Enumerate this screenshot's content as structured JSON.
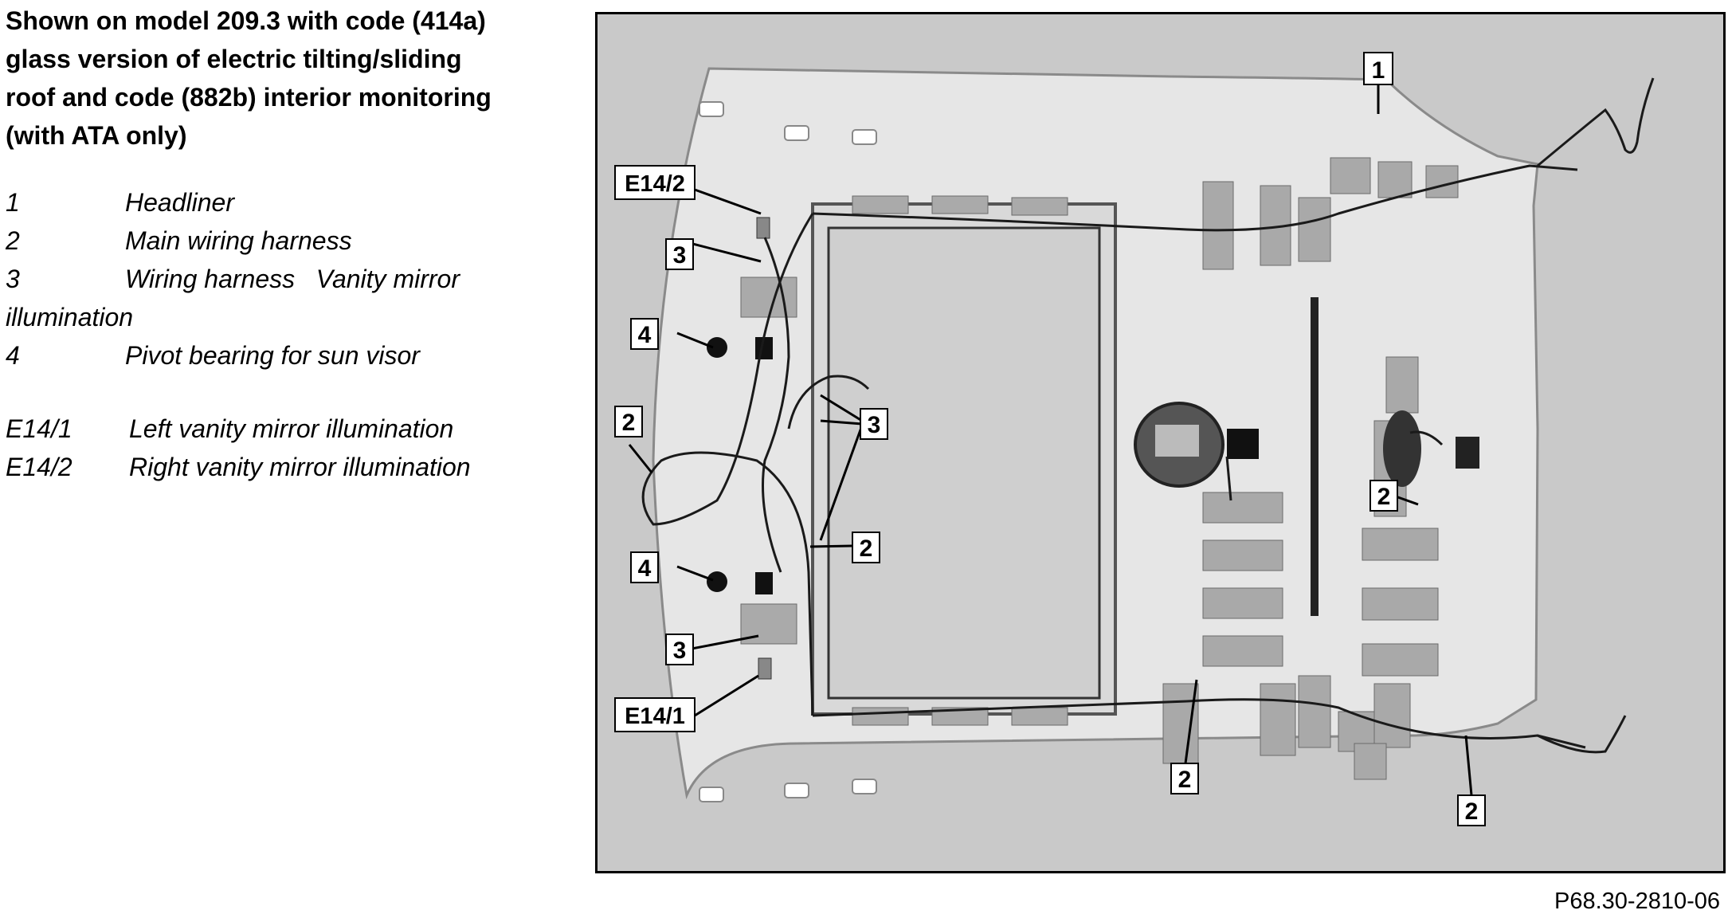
{
  "heading": [
    "Shown on model 209.3 with code (414a)",
    "glass version of electric tilting/sliding",
    "roof and code (882b) interior monitoring",
    "(with ATA only)"
  ],
  "legend": [
    {
      "code": "1",
      "desc": "Headliner"
    },
    {
      "code": "2",
      "desc": "Main wiring harness"
    },
    {
      "code": "3",
      "desc": "Wiring harness   Vanity mirror",
      "continuation": "illumination"
    },
    {
      "code": "4",
      "desc": "Pivot bearing for sun visor"
    },
    {
      "code": "E14/1",
      "desc": "Left vanity mirror illumination"
    },
    {
      "code": "E14/2",
      "desc": "Right vanity mirror illumination"
    }
  ],
  "figure": {
    "callouts": [
      "1",
      "2",
      "3",
      "4",
      "E14/1",
      "E14/2"
    ],
    "reference": "P68.30-2810-06"
  }
}
